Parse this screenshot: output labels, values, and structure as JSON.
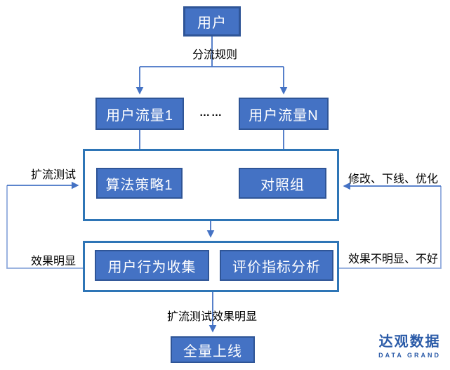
{
  "colors": {
    "node_fill": "#4472C4",
    "node_border": "#2F5597",
    "container_border": "#2E75B6",
    "connector": "#4472C4",
    "connector_light": "#8FAADC",
    "node_text": "#FFFFFF",
    "label_text": "#000000",
    "logo_blue": "#2B5BA8"
  },
  "nodes": {
    "user": "用户",
    "traffic1": "用户流量1",
    "trafficN": "用户流量N",
    "strategy1": "算法策略1",
    "control": "对照组",
    "behavior": "用户行为收集",
    "metrics": "评价指标分析",
    "launch": "全量上线"
  },
  "labels": {
    "split_rule": "分流规则",
    "ellipsis": "……",
    "expand_test": "扩流测试",
    "effect_obvious": "效果明显",
    "modify_offline_optimize": "修改、下线、优化",
    "effect_not_obvious": "效果不明显、不好",
    "launch_condition": "扩流测试效果明显"
  },
  "logo": {
    "name": "达观数据",
    "subtitle": "DATA GRAND"
  }
}
